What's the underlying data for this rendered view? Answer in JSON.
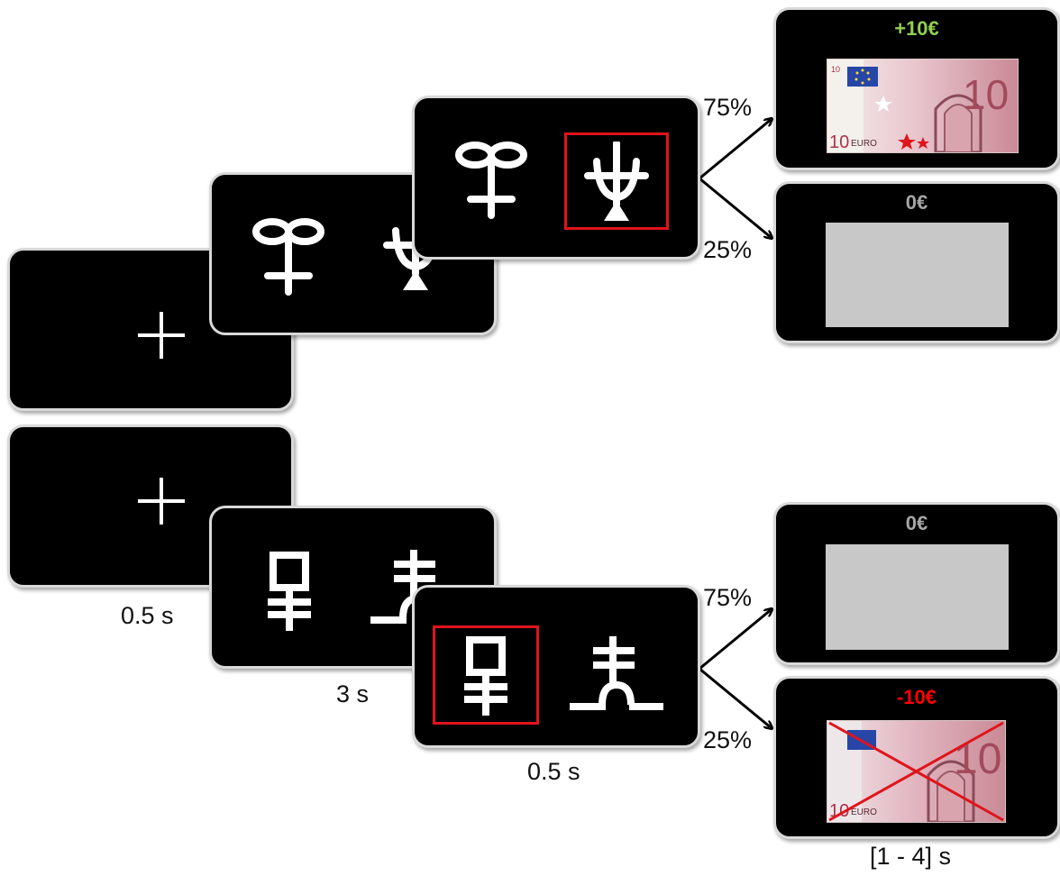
{
  "timing": {
    "fixation": "0.5 s",
    "choice": "3 s",
    "selection": "0.5 s",
    "outcome": "[1 - 4] s"
  },
  "top_trial": {
    "prob_high": "75%",
    "prob_low": "25%",
    "outcome_high": {
      "label": "+10€",
      "color": "#92d050"
    },
    "outcome_low": {
      "label": "0€",
      "color": "#a6a6a6"
    }
  },
  "bottom_trial": {
    "prob_high": "75%",
    "prob_low": "25%",
    "outcome_high": {
      "label": "0€",
      "color": "#a6a6a6"
    },
    "outcome_low": {
      "label": "-10€",
      "color": "#ff0000"
    }
  },
  "banknote": {
    "denomination": "10",
    "currency": "EURO"
  },
  "colors": {
    "screen": "#000000",
    "selection_frame": "#e0141b",
    "null_outcome": "#c8c8c8"
  }
}
